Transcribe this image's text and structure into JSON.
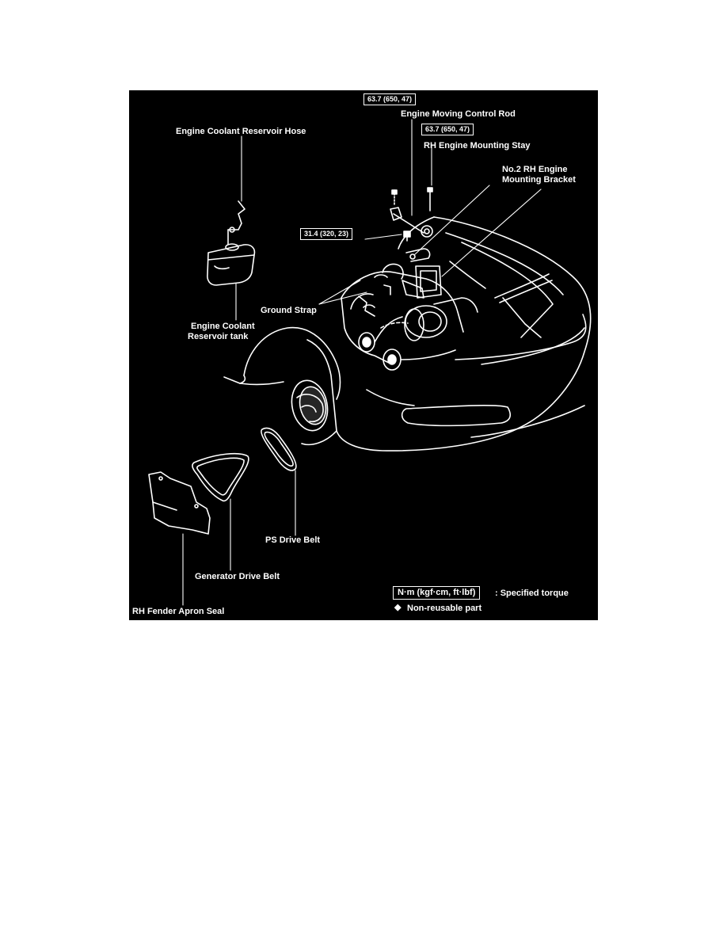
{
  "colors": {
    "background": "#000000",
    "ink": "#ffffff",
    "page": "#ffffff"
  },
  "torques": {
    "control_rod_bolt": "63.7 (650, 47)",
    "mounting_stay_bolt": "63.7 (650, 47)",
    "ground_strap_bolt": "31.4 (320, 23)"
  },
  "labels": {
    "engine_moving_control_rod": "Engine Moving Control Rod",
    "rh_engine_mounting_stay": "RH Engine Mounting Stay",
    "no2_bracket_line1": "No.2 RH Engine",
    "no2_bracket_line2": "Mounting Bracket",
    "coolant_reservoir_hose": "Engine Coolant Reservoir Hose",
    "ground_strap": "Ground Strap",
    "coolant_tank_line1": "Engine Coolant",
    "coolant_tank_line2": "Reservoir tank",
    "ps_drive_belt": "PS Drive Belt",
    "generator_drive_belt": "Generator Drive Belt",
    "rh_fender_apron_seal": "RH Fender Apron Seal"
  },
  "legend": {
    "torque_units": "N·m (kgf·cm, ft·lbf)",
    "torque_desc": ": Specified torque",
    "nonreusable_symbol": "◆",
    "nonreusable_desc": "Non-reusable part"
  }
}
